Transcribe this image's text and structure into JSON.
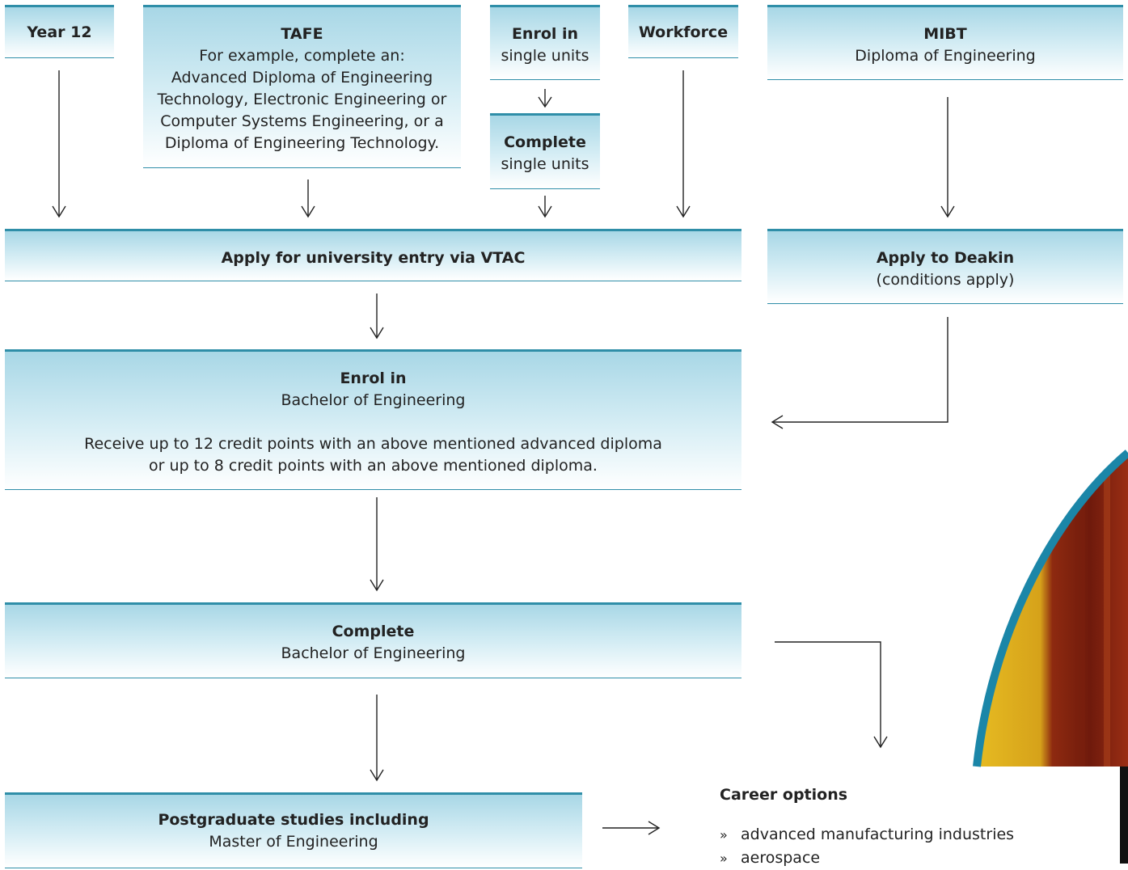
{
  "boxes": {
    "year12": {
      "title": "Year 12"
    },
    "tafe": {
      "title": "TAFE",
      "lines": [
        "For example, complete an:",
        "Advanced Diploma of Engineering",
        "Technology, Electronic Engineering or",
        "Computer Systems Engineering, or a",
        "Diploma of Engineering Technology."
      ]
    },
    "enrol_single": {
      "title": "Enrol in",
      "subtitle": "single units"
    },
    "complete_single": {
      "title": "Complete",
      "subtitle": "single units"
    },
    "workforce": {
      "title": "Workforce"
    },
    "mibt": {
      "title": "MIBT",
      "subtitle": "Diploma of Engineering"
    },
    "apply_vtac": {
      "title": "Apply for university entry via VTAC"
    },
    "apply_deakin": {
      "title": "Apply to Deakin",
      "subtitle": "(conditions apply)"
    },
    "enrol_bachelor": {
      "title": "Enrol in",
      "subtitle": "Bachelor of Engineering",
      "detail1": "Receive up to 12 credit points with an above mentioned advanced diploma",
      "detail2": "or up to 8 credit points with an above mentioned diploma."
    },
    "complete_bachelor": {
      "title": "Complete",
      "subtitle": "Bachelor of Engineering"
    },
    "postgrad": {
      "title": "Postgraduate studies including",
      "subtitle": "Master of Engineering"
    }
  },
  "career": {
    "title": "Career options",
    "bullet": "»",
    "items": [
      "advanced manufacturing industries",
      "aerospace"
    ]
  },
  "colors": {
    "box_border": "#2f8ea8",
    "box_fill_top": "#a8d7e6",
    "arc_blue": "#1b86a8",
    "photo_yellow": "#e2b21e",
    "photo_red": "#8b2412"
  }
}
